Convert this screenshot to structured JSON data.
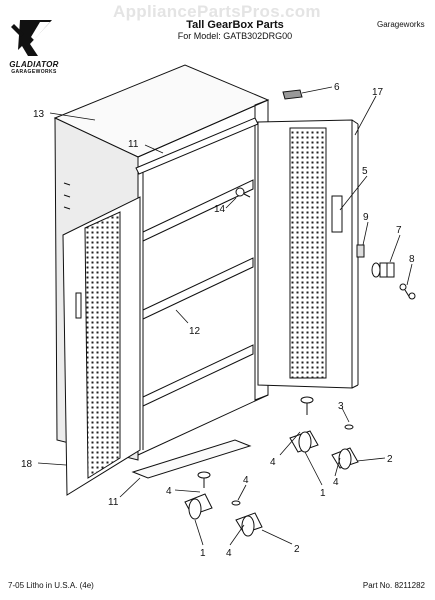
{
  "watermark": "AppliancePartsPros.com",
  "header": {
    "title": "Tall GearBox Parts",
    "model_line": "For Model: GATB302DRG00",
    "corner_label": "Garageworks"
  },
  "logo": {
    "brand": "GLADIATOR",
    "subtitle": "GARAGEWORKS"
  },
  "callouts": {
    "c13": "13",
    "c11a": "11",
    "c6": "6",
    "c17": "17",
    "c5": "5",
    "c14": "14",
    "c9": "9",
    "c7": "7",
    "c8": "8",
    "c12": "12",
    "c3a": "3",
    "c4a": "4",
    "c2a": "2",
    "c1a": "1",
    "c4b": "4",
    "c18": "18",
    "c11b": "11",
    "c4c": "4",
    "c4d": "4",
    "c1b": "1",
    "c4e": "4",
    "c2b": "2"
  },
  "footer": {
    "left": "7-05 Litho in U.S.A. (4e)",
    "right": "Part No. 8211282"
  }
}
